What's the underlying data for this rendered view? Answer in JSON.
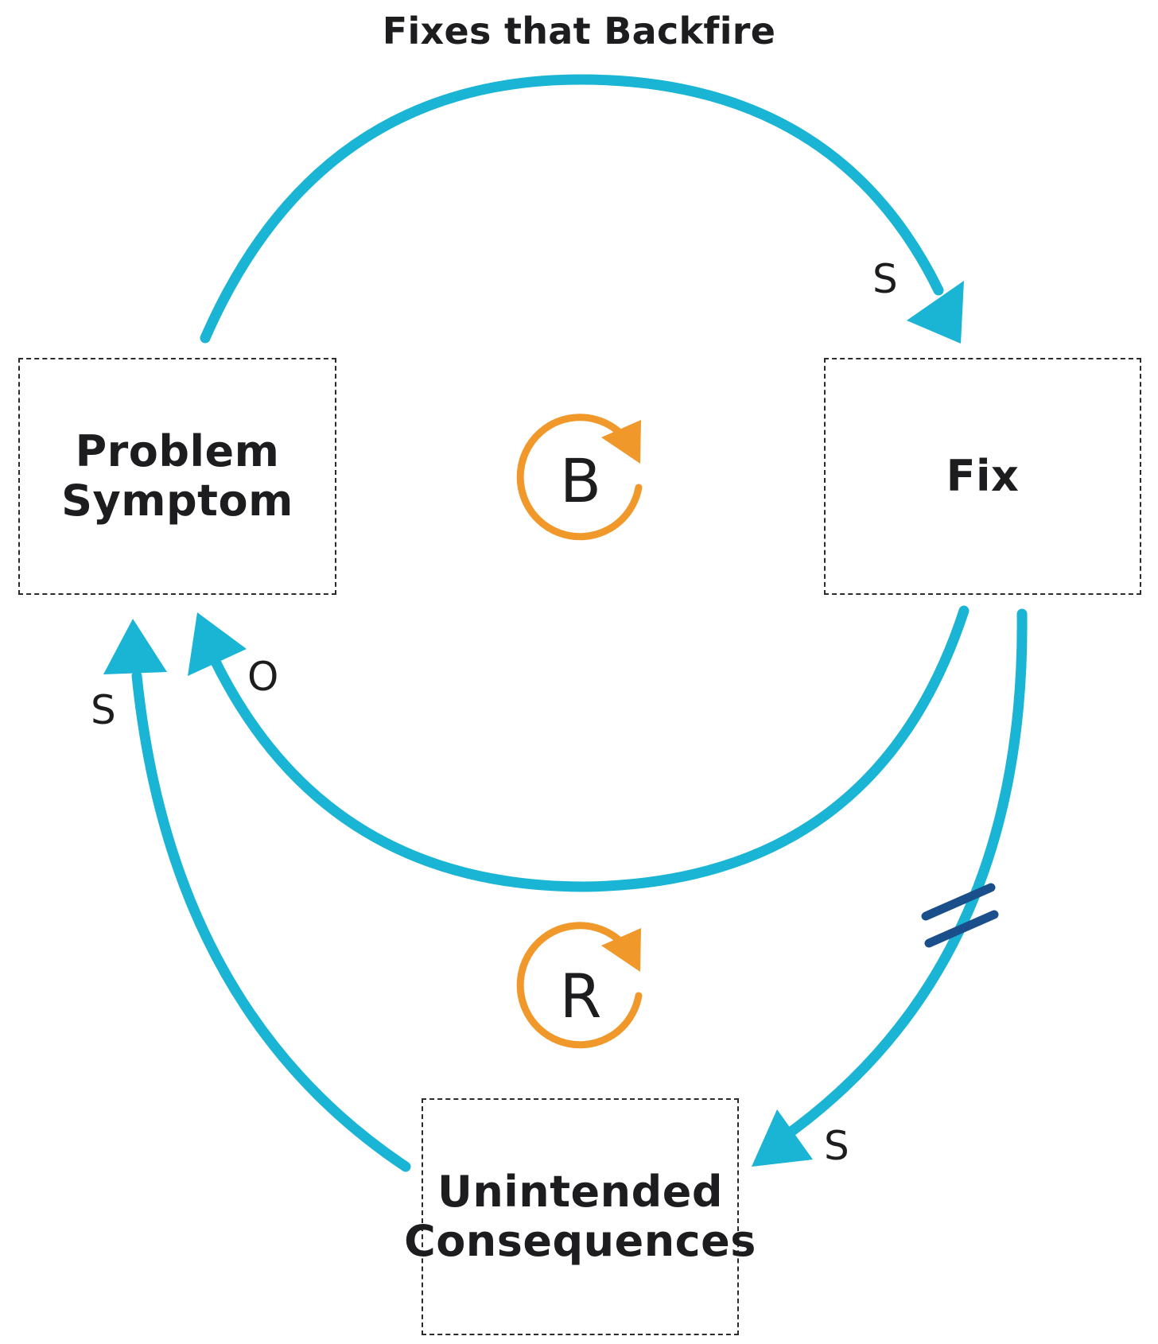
{
  "title": "Fixes that Backfire",
  "colors": {
    "arrow": "#1ab4d4",
    "loop_marker": "#f0982a",
    "delay_mark": "#1a4f8c",
    "text": "#1d1d1f",
    "box_border": "#2b2b2b"
  },
  "nodes": {
    "problem_symptom": {
      "line1": "Problem",
      "line2": "Symptom"
    },
    "fix": {
      "label": "Fix"
    },
    "unintended_consequences": {
      "line1": "Unintended",
      "line2": "Consequences"
    }
  },
  "links": {
    "problem_to_fix": {
      "polarity": "S"
    },
    "fix_to_problem": {
      "polarity": "O"
    },
    "fix_to_consequences": {
      "polarity": "S",
      "delay": true
    },
    "consequences_to_problem": {
      "polarity": "S"
    }
  },
  "loops": {
    "balancing": {
      "label": "B"
    },
    "reinforcing": {
      "label": "R"
    }
  }
}
